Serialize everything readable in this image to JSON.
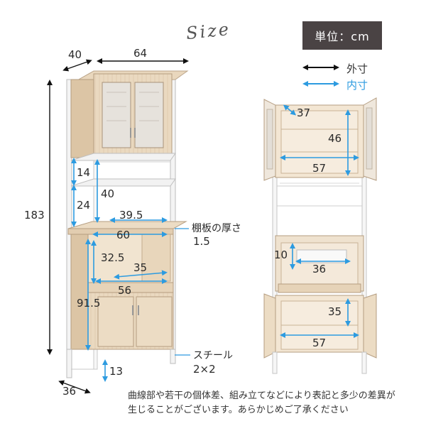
{
  "title_script": "Size",
  "unit": "単位：cm",
  "legend": {
    "outer": "外寸",
    "inner": "内寸",
    "outer_color": "#111111",
    "inner_color": "#2d9be0"
  },
  "left_dims": {
    "depth": "40",
    "width": "64",
    "height": "183",
    "gap_upper": "14",
    "gap_lower": "24",
    "open_height": "40",
    "shelf_width": "39.5",
    "shelf_depth": "60",
    "shelf_thickness_label": "棚板の厚さ",
    "shelf_thickness_value": "1.5",
    "microwave_height": "32.5",
    "microwave_depth": "35",
    "counter_width": "56",
    "lower_height": "91.5",
    "steel_label": "スチール",
    "steel_value": "2×2",
    "leg_height": "13",
    "base_depth": "36"
  },
  "right_dims": {
    "upper_depth": "37",
    "upper_height": "46",
    "upper_width": "57",
    "mid_height": "10",
    "mid_width": "36",
    "lower_height": "35",
    "lower_width": "57"
  },
  "note": {
    "line1": "曲線部や若干の個体差、組み立てなどにより表記と多少の差異が",
    "line2": "生じることがございます。あらかじめご了承ください"
  }
}
